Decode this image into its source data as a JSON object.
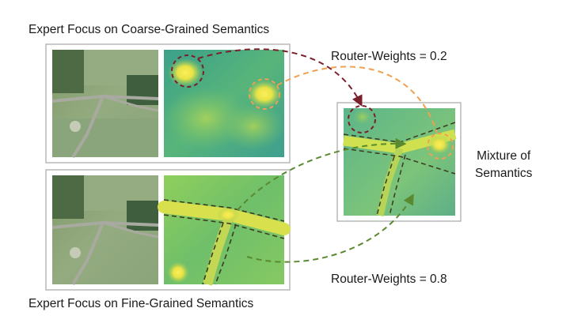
{
  "labels": {
    "top_title": "Expert Focus on Coarse-Grained Semantics",
    "bottom_title": "Expert Focus on Fine-Grained Semantics",
    "router_top": "Router-Weights = 0.2",
    "router_bottom": "Router-Weights = 0.8",
    "mixture_line1": "Mixture of",
    "mixture_line2": "Semantics"
  },
  "colors": {
    "arrow_dark_red": "#7a1f2b",
    "arrow_orange": "#f0a050",
    "arrow_green": "#5a8a30",
    "heat_low": "#2f9e8f",
    "heat_high": "#f2e34a",
    "frame": "#b8b8b8"
  }
}
